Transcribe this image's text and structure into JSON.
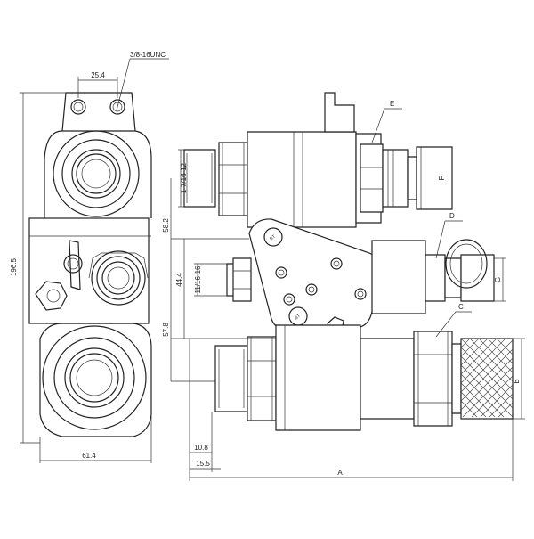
{
  "dimensions": {
    "bolt_spacing": "25.4",
    "thread_top": "3/8-16UNC",
    "overall_height": "196.5",
    "bottom_width": "61.4",
    "upper_port_thread": "1-7/16-12",
    "mid_port_thread": "11/16-16",
    "dim_58": "58.2",
    "dim_44": "44.4",
    "dim_57": "57.8",
    "dim_10": "10.8",
    "dim_15": "15.5",
    "length_a": "A",
    "height_b": "B"
  },
  "callouts": {
    "c": "C",
    "d": "D",
    "e": "E",
    "f": "F",
    "g": "G"
  },
  "circle_marks": [
    "BT",
    "BT"
  ]
}
